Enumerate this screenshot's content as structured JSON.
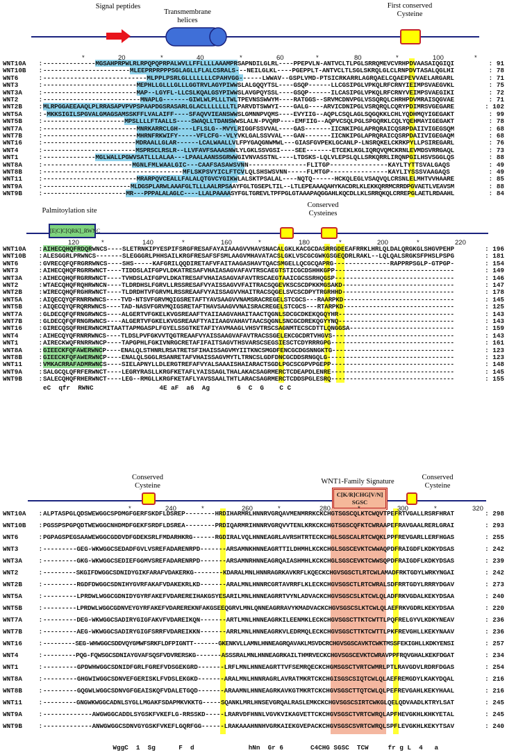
{
  "diagram_top": {
    "signal": "Signal peptides",
    "tm": "Transmembrane helices",
    "first_cys": "First conserved Cysteine"
  },
  "diagram_mid": {
    "palm": "Palmitoylation site",
    "palm_motif": "[E|C]C[QRK]_RWNC",
    "cys": "Conserved Cysteines"
  },
  "diagram_low": {
    "cys1": "Conserved Cysteine",
    "sig_title": "WNT1-Family Signature",
    "sig_motif1": "C[K/R]CHG[V/N]",
    "sig_motif2": "SGSC",
    "cys2": "Conserved Cysteine"
  },
  "blocks": [
    {
      "ruler": [
        "*",
        "20",
        "*",
        "40",
        "*",
        "60",
        "*",
        "80",
        "*",
        "100",
        "*"
      ],
      "consensus": "",
      "rows": [
        {
          "name": "WNT10A",
          "seq": "--------------MGSAHPRPWLRLRPQPQPRPALWVLLFFLLLLAAAMPRSAPNDILGLRL----PPEPVLN-ANTVCLTLPGLSRRQMEVCVRHPDVAASAIQGIQI",
          "end": "91"
        },
        {
          "name": "WNT10B",
          "seq": "-----------------------MLEEPRPRPPPSGLAGLLFLALCSRALS---NEILGLKL----PGEPPLT-ANTVCLTLSGLSKRQLGLCLRNPDVTASALQGLHI",
          "end": "78"
        },
        {
          "name": "WNT6",
          "seq": "---------------------------MLPPLPSRLGLLLLLLLCPAHVGG------LWWAV--GSPLVMD-PTSICRKARRLAGRQAELCQAEPEVVAELARGARL",
          "end": "71"
        },
        {
          "name": "WNT3",
          "seq": "-------------------------MEPHLLGLLLGLLLGGTRVLAGYPIWWSLALGQQYTSL----GSQP------LLCGSIPGLVPKQLRFCRNYIEIMPSVAEGVKL",
          "end": "75"
        },
        {
          "name": "WNT3A",
          "seq": "-------------------------MAP--LGYFL-LLCSLKQALGSYPIWWSLAVGPQYSSL----GSQP------ILCASIPGLVPKQLRFCRNYVEIMPSVAEGIKI",
          "end": "72"
        },
        {
          "name": "WNT2",
          "seq": "--------------------------MNAPLG-------GIWLWLPLLLTWLTPEVNSSWWYM----RATGGS--SRVMCDNVPGLVSSQRQLCHRHPDVMRAISQGVAE",
          "end": "71"
        },
        {
          "name": "WNT2B",
          "seq": "MLRPGGAEEAAQLPLRRASAPVPVPSPAAPDGSRASARLGLACLLLLLLLTLPARVDTSWWYI----GALG----ARVICDNIPGLVSRQRQLCQRYPDIMRSVGEGARE",
          "end": "102"
        },
        {
          "name": "WNT5A",
          "seq": "-MKKSIGILSPGVALGMAGSAMSSKFFLVALAIFF----SFAQVVIEANSWWSLGMNNPVQMS----EVYIIG--AQPLCSQLAGLSQGQKKLCHLYQDHMQYIGEGAKT",
          "end": "99"
        },
        {
          "name": "WNT5B",
          "seq": "----------------------MPSLLLLFTAALLS----SWAQLLTDANSWWSLALN-PVQRP----EMFIIG--AQPVCSQLPGLSPGQRKLCQLYQEHMAYIGEGAKT",
          "end": "78"
        },
        {
          "name": "WNT7A",
          "seq": "-------------------------MNRKARRCLGH----LFLSLG--MVYLRIGGFSSVVAL----GAS-------IICNKIPGLAPRQRAICQSRPDAIIVIGEGSQM",
          "end": "68"
        },
        {
          "name": "WNT7B",
          "seq": "-------------------------MHRNFRKWIFY-----VFLCFG--VLYVKLGALSSVVAL---GAN-------IICNKIPGLAPRQRAICQSRPDAIIVIGEGAQM",
          "end": "68"
        },
        {
          "name": "WNT16",
          "seq": "-------------------------MDRAALLGLAR------LCALWAALLVLFPYGAQGNWMWL---GIASFGVPEKLGCANLP-LNSRQKELCKRKPYLLPSIREGARL",
          "end": "76"
        },
        {
          "name": "WNT4",
          "seq": "-------------------------MSPRSCLRSLR--LLVFAVFSAAASNWLYLGKLSSVGSI----SEE-------ETCEKLKGLIQRQVQMCKRNLEVMDSVRRGAQL",
          "end": "73"
        },
        {
          "name": "WNT1",
          "seq": "--------------MGLWALLPGWVSATLLLALAA---LPAALAANSSGRWWGIVNVASSTNL----LTDSKS-LQLVLEPSLQLLSRKQRRLIRQNPGILHSVSGGLQS",
          "end": "88"
        },
        {
          "name": "WNT8A",
          "seq": "-----------------------MGNLFMLWAALGIC---CAAFSASAWSVNN---------------FLITGP---------------KAYLTYTTSVALGAQS",
          "end": "49"
        },
        {
          "name": "WNT8B",
          "seq": "------------------------------------MFLSKPSVYICLFTCVLQLSHSWSVNN-----FLMTGP---------------KAYLIYSSSVAAGAQS",
          "end": "49"
        },
        {
          "name": "WNT11",
          "seq": "-------------------------MRARPQVCEALLFALALQTGVCYGIKWLALSKTPSALAL----NQTQ------HCKQLEGLVSAQVQLCRSNLELMHTVVHAARE",
          "end": "85"
        },
        {
          "name": "WNT9A",
          "seq": "------------------------MLDGSPLARWLAAAFGLTLLLAALRPSAAYFGLTGSEPLTIL--LTLEPEAAAQAHYKACDRLKLEKKQRRMCRRDPGVAETLVEAVSM",
          "end": "88"
        },
        {
          "name": "WNT9B",
          "seq": "-----------------------MR---PPPALALAGLC----LLALPAAAASYFGLTGREVLTPFPGLGTAAAPAQGGAHLKQCDLLKLSRRQKQLCRREPGLAETLRDAAHL",
          "end": "84"
        }
      ]
    },
    {
      "ruler": [
        "120",
        "*",
        "140",
        "*",
        "160",
        "*",
        "180",
        "*",
        "200",
        "*",
        "220"
      ],
      "consensus": "eC  qfr  RWNC                 4E aF  a6  Ag       6  C  G    C C",
      "rows": [
        {
          "name": "WNT10A",
          "seq": "AIHECQHQFRDQRWNCS----SLETRNKIPYESPIFSRGFRESAFAYAIAAAGVVHAVSNACALGKLKACGCDASRRGDEEAFRRKLHRLQLDALQRGKGLSHGVPEHP",
          "end": "196"
        },
        {
          "name": "WNT10B",
          "seq": "ALESGGRLPRWNCS-------SLEGGGRLPHHSAILKRGFRESAFSFSMLAAGVMHAVATACSLGKLVSCGCGWKGSGEQDRLRAKL--LQLQALSRGKSFPHSLPSPG",
          "end": "181"
        },
        {
          "name": "WNT6",
          "seq": "GVRECQFQFRGRRWNCS----SHS-----KAFGRILQQDIRETAFVFAITAAGASHAVTQACSMGELLQCGCQAPRG---------------RAPPRPSGLP-GTPGP-",
          "end": "154"
        },
        {
          "name": "WNT3",
          "seq": "AIHECQHQFRGRRWNCT----TIDDSLAIFGPVLDKATRESAFVHAIASAGVAFAVTRSCAEGTSTICGCDSHHKGPP--------------------------------",
          "end": "149"
        },
        {
          "name": "WNT3A",
          "seq": "AIHECQHQFRGRRWNCT----TVHDSLAIFGPVLDKATRESAFVHAIASAGVAFAVTRSCAEGTAAICGCSSRHQGSP--------------------------------",
          "end": "146"
        },
        {
          "name": "WNT2",
          "seq": "WTAECQHQFRQHRWNCN----TLDRDHSLFGRVLLRSSRESAFVYAISSAGVVFAITRACSQGEVKSCSCDPKKMGSAKD------------------------------",
          "end": "147"
        },
        {
          "name": "WNT2B",
          "seq": "WIRECQHQFRGHRWNCT----TLDRDHTVFGRVMLRSSREAAFVYAISSAGVVHAITRACSQGELSVCSCDPYTRGRHHD------------------------------",
          "end": "178"
        },
        {
          "name": "WNT5A",
          "seq": "AIQECQYQFRNRRWNCS----TVD-NTSVFGRVMQIGSRETAFTYAVSAAGVVNAMSRACREGELSTCGCS---RAARPKD------------------------------",
          "end": "145"
        },
        {
          "name": "WNT5B",
          "seq": "AIQECQYQFRQRRWNCS----TAD-NASVFGRVMQIGSRETAFTHAVSAAGVVNAISRACREGELSTCGCS---RTARPKD------------------------------",
          "end": "125"
        },
        {
          "name": "WNT7A",
          "seq": "GLDECQFQFRNGRWNCS----ALGERTVFGKELKVGSREAAFTYAIIAAGVAHAITAACTQGNLSDCGCDKEKQGQYHR-------------------------------",
          "end": "143"
        },
        {
          "name": "WNT7B",
          "seq": "GLDECQFQFRNGRWNCS----ALGERTVFGKELKVGSREAAFTYAIIAAGVAHAVTAACSQGNLSNCGCDREKQGYYNQ-------------------------------",
          "end": "143"
        },
        {
          "name": "WNT16",
          "seq": "GIRECQSQFRHERWNCMITAATTAPMGASPLFGYELSSGTKETAFIYAVMAAGLVHSVTRSCSAGNMTECSCDTTLQNGGSA----------------------------",
          "end": "159"
        },
        {
          "name": "WNT4",
          "seq": "AIHECQYQFRNRRWNCS----TLDSLPVFGKVVTQGTREAAFVYAISSAAGVAFAVTRACSSGELEKCGCDRTVHGVS---------------------------------",
          "end": "143"
        },
        {
          "name": "WNT1",
          "seq": "AIRECKWQFRNRRWNCP----TAPGPHLFGKIVNRGCRETAFIFAITSAGVTHSVARSCSEGSIESCTCDYRRRGPG---------------------------------",
          "end": "161"
        },
        {
          "name": "WNT8A",
          "seq": "GIEECKFQFAWERWNCP----ENALQLSTHNRLRSATRETSFIHAISSAGVMYIITKNCSMGDFENCGCDGSNNGKTG---------------------------------",
          "end": "123"
        },
        {
          "name": "WNT8B",
          "seq": "GIEECKFQFAWERWNCP----ENALQLSGGLRSANRETAFVHAISSAGVMYTLTRNCSLGDFDNCGCDDSRNGQLG----------------------------------",
          "end": "123"
        },
        {
          "name": "WNT11",
          "seq": "VMKACRRAFADMRWNCS----SIELAPNYLLDLERGTREFAFVYALSAAAISHAIARACTSGDLPGCSCGPVPGEPP---------------------------------",
          "end": "148"
        },
        {
          "name": "WNT9A",
          "seq": "SALGCQLQFRFERWNCT----LEGRYRASLLKRGFKETAFLYAISSAGLTHALAKACSAGRMERCTCDEAPDLENRE---------------------------------",
          "end": "145"
        },
        {
          "name": "WNT9B",
          "seq": "SALECQHQFRHERWNCT----LEG--RMGLLKRGFKETAFLYAVSSAALTHTLARACSAGRMERCTCDDSPGLESRQ---------------------------------",
          "end": "155"
        }
      ]
    },
    {
      "ruler": [
        "*",
        "240",
        "*",
        "260",
        "*",
        "280",
        "*",
        "300",
        "*",
        "320"
      ],
      "consensus": "                  WggC  1  Sg      F  d              hNn  Gr 6       C4CHG SGSC  TCW     fr g L  4   a",
      "rows": [
        {
          "name": "WNT10A",
          "seq": "ALPTASPGLQDSWEWGGCSPDMGFGERFSKDFLDSREP--------HRDIHARMRLHNNRVGRQAVMENMRRKCKCHGTSGSCQLKTCWQVTPEFRTVGALLRSRFHRAT",
          "end": "298"
        },
        {
          "name": "WNT10B",
          "seq": "PGSSPSPGPQDTWEWGGCNHDMDFGEKFSRDFLDSREA--------PRDIQARMRIHNNRVGRQVVTENLKRKCKCHGTSGSCQFKTCWRAAPEFRAVGAALRERLGRAI",
          "end": "293"
        },
        {
          "name": "WNT6",
          "seq": "PGPAGSPEGSAAWEWGGCGDDVDFGDEKSRLFMDARHKRG------RGDIRALVQLHNNEAGRLAVRSHTRTECKCHGLSGSCALRTCWQKLPPFREVGARLLERFHGAS",
          "end": "255"
        },
        {
          "name": "WNT3",
          "seq": "---------GEG-WKWGGCSEDADFGVLVSREFADARENRPD-------ARSAMNKHNNEAGRTTILDHMHLKCKCHGLSGSCEVKTCWWAQPDFRAIGDFLKDKYDSAS",
          "end": "242"
        },
        {
          "name": "WNT3A",
          "seq": "---------GKG-WKWGGCSEDIEFGGMVSREFADARENRPD-------ARSAMNRHNNEAGRQAIASHMHLKCKCHGLSGSCEVKTCWWSQPDFRAIGDFLKDKYDSAS",
          "end": "239"
        },
        {
          "name": "WNT2",
          "seq": "---------SKGIFDWGGCSDNIDYGIKFARAFVDAKERKG--------KDARALMNLHNNRAGRKAVKRFLKQECKCHGVSGSCTLRTCWLAMADFRKTGDYLWRKYNGAI",
          "end": "242"
        },
        {
          "name": "WNT2B",
          "seq": "---------RGDFDWGGCSDNIHYGVRFAKAFVDAKEKRLKD-------ARALMNLHNNRCGRTAVRRFLKLECKCHGVSGSCTLRTCWRALSDFRRTGDYLRRRYDGAV",
          "end": "273"
        },
        {
          "name": "WNT5A",
          "seq": "---------LPRDWLWGGCGDNIDYGYRFAKEFVDAREREIHAKGSYESARILMNLHNNEAGRRTVYNLADVACKCHGVSGSCSLKTCWLQLADFRKVGDALKEKYDSAA",
          "end": "240"
        },
        {
          "name": "WNT5B",
          "seq": "---------LPRDWLWGGCGDNVEYGYRFAKEFVDAREREKNFAKGSEEQGRVLMNLQNNEAGRRAVYKMADVACKCHGVSGSCSLKTCWLQLAEFRKVGDRLKEKYDSAA",
          "end": "220"
        },
        {
          "name": "WNT7A",
          "seq": "---------DEG-WKWGGCSADIRYGIGFAKVFVDAREIKQN-------ARTLMNLHNNEAGRKILEENMKLECKCHGVSGSCTTKTCWTTLPQFRELGYVLKDKYNEAV",
          "end": "236"
        },
        {
          "name": "WNT7B",
          "seq": "---------AEG-WKWGGCSADIRYGIGFSRRFVDAREIKKN-------ARRLMNLHNNEAGRKVLEDRMQLECKCHGVSGSCTTKTCWTTLPKFREVGHLLKEKYNAAV",
          "end": "236"
        },
        {
          "name": "WNT16",
          "seq": "---------SEG-WHWGGCSDDVQYGMWFSRKFLDFPIGNTT-------GKENKVLLAMNLHNNEAGRQAVAKLMSVDCRCHGVSGSCAVKTCWKTMSSFEKIGHLLKDKYENSI",
          "end": "257"
        },
        {
          "name": "WNT4",
          "seq": "---------PQG-FQWSGCSDNIAYGVAFSQSFVDVRERSKG-------ASSSRALMNLHNNEAGRKAILTHMRVECKCHGVSGSCEVKTCWRAVPPFRQVGHALKEKFDGAT",
          "end": "234"
        },
        {
          "name": "WNT1",
          "seq": "---------GPDWHWGGCSDNIDFGRLFGREFVDSGEKGRD-------LRFLMNLHNNEAGRTTVFSEMRQECKCHGMSGSCTVRTCWMRLPTLRAVGDVLRDRFDGAS",
          "end": "254"
        },
        {
          "name": "WNT8A",
          "seq": "---------GHGWIWGGCSDNVEFGERISKLFVDSLEKGKD-------ARALMNLHNNRAGRLAVRATMKRTCKCHGISGSCSIQTCWLQLAEFREMGDYLKAKYDQAL",
          "end": "216"
        },
        {
          "name": "WNT8B",
          "seq": "---------GQGWLWGGCSDNVGFGEAISKQFVDALETGQD-------ARAAMNLHNNEAGRKAVKGTMKRTCKCHGVSGSCTTQTCWLQLPEFREVGAHLKEKYHAAL",
          "end": "216"
        },
        {
          "name": "WNT11",
          "seq": "---------GNGWKWGGCADNLSYGLLMGAKFSDAPMKVKKTG-----SQANKLMRLHNSEVGRQALRASLEMKCKCHGVSGSCSIRTCWKGLQELQDVAADLKTRYLSAT",
          "end": "245"
        },
        {
          "name": "WNT9A",
          "seq": "-------------AWGWGGCADDLSYGSKFVKEFLG-RRSSKD-----LRARVDFHNNLVGVKVIKAGVETTCKCHGVSGSCTVRTCWRQLAPFHEVGKHLKHKYETAL",
          "end": "245"
        },
        {
          "name": "WNT9B",
          "seq": "-------------ANWGWGGCSDNVGYGSKFVKEFLGQRFGG------LRAKAAAHNNHVGRKAIEKGVEPACKCHGVSGSCSVRTCWRQLSPFLEVGKHLKEKYTSAV",
          "end": "240"
        }
      ]
    }
  ]
}
